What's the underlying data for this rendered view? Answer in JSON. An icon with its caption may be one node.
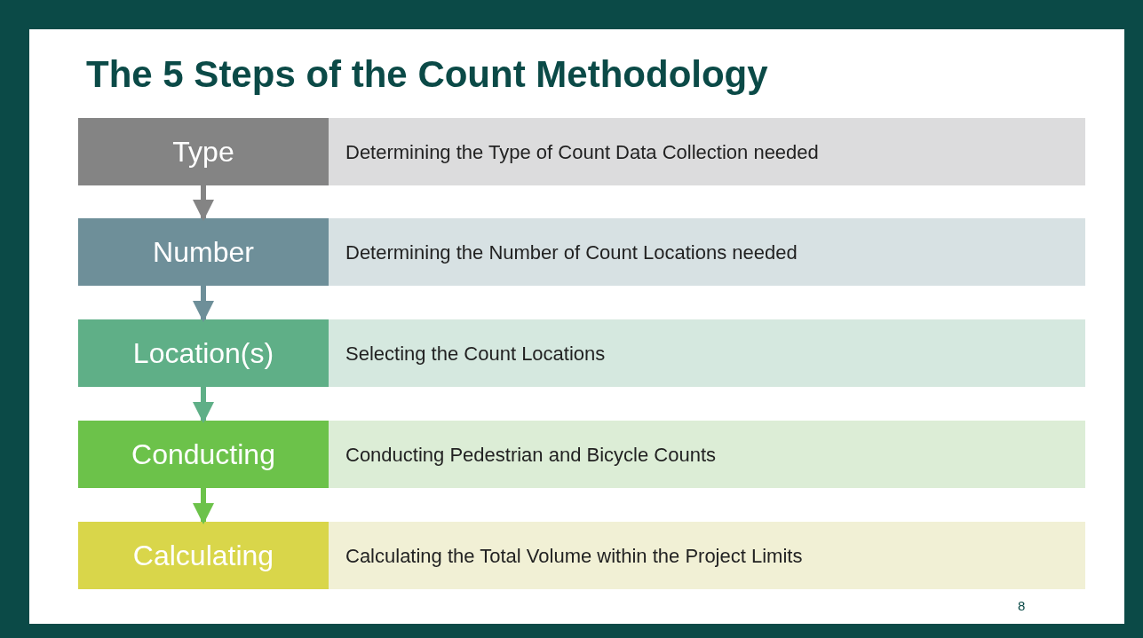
{
  "diagram": {
    "title": "The 5 Steps of the Count Methodology",
    "nodes": [
      {
        "text": [
          "Type"
        ]
      },
      {
        "text": [
          "Determining the Type of Count Data Collection needed"
        ]
      },
      {
        "text": [
          "Number"
        ]
      },
      {
        "text": [
          "Determining the Number of Count Locations needed"
        ]
      },
      {
        "text": [
          "Location(s)"
        ]
      },
      {
        "text": [
          "Selecting the Count Locations"
        ]
      },
      {
        "text": [
          "Conducting"
        ]
      },
      {
        "text": [
          "Conducting Pedestrian and Bicycle Counts"
        ]
      },
      {
        "text": [
          "Calculating"
        ]
      },
      {
        "text": [
          "Calculating the Total Volume within the Project Limits"
        ]
      }
    ],
    "edges": [
      {
        "from": 0,
        "to": 2,
        "arrow": "to",
        "color": "#848484"
      },
      {
        "from": 2,
        "to": 4,
        "arrow": "to",
        "color": "#6e8f99"
      },
      {
        "from": 4,
        "to": 6,
        "arrow": "to",
        "color": "#5faf87"
      },
      {
        "from": 6,
        "to": 8,
        "arrow": "to",
        "color": "#6cc24a"
      }
    ],
    "labels": [
      "8"
    ]
  }
}
